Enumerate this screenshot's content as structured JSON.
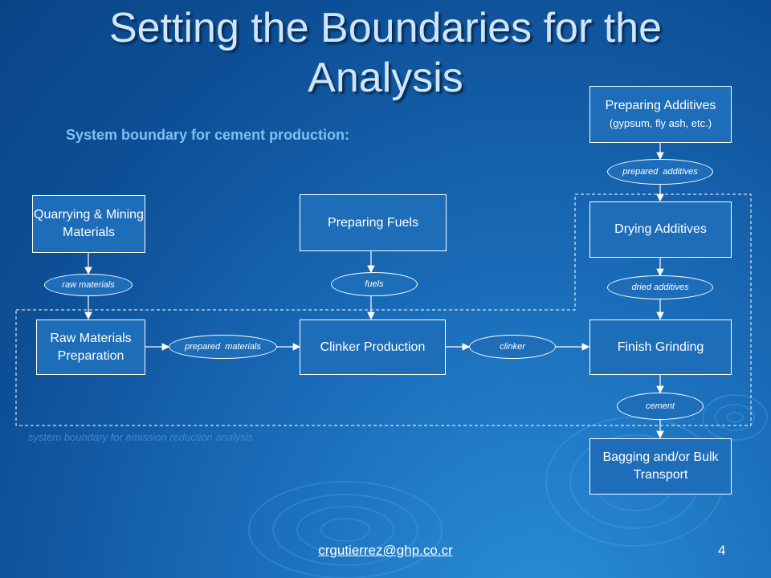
{
  "slide": {
    "title": "Setting the Boundaries for the Analysis",
    "subtitle": "System boundary for cement production:",
    "boundary_label": "system boundary for emission reduction analysis",
    "footer_email": "crgutierrez@ghp.co.cr",
    "page_number": "4"
  },
  "boxes": {
    "quarrying": "Quarrying & Mining Materials",
    "preparing_fuels": "Preparing Fuels",
    "preparing_additives": "Preparing Additives",
    "preparing_additives_sub": "(gypsum, fly ash, etc.)",
    "drying_additives": "Drying Additives",
    "raw_materials_prep": "Raw Materials Preparation",
    "clinker_production": "Clinker Production",
    "finish_grinding": "Finish Grinding",
    "bagging": "Bagging and/or Bulk Transport"
  },
  "flows": {
    "raw_materials": "raw materials",
    "fuels": "fuels",
    "prepared_additives": "prepared  additives",
    "dried_additives": "dried additives",
    "prepared_materials": "prepared  materials",
    "clinker": "clinker",
    "cement": "cement"
  },
  "colors": {
    "background": "#1a6cb8",
    "title": "#cfe6ff",
    "subtitle": "#7fc0f6",
    "boundary_label": "#3f86cf"
  }
}
